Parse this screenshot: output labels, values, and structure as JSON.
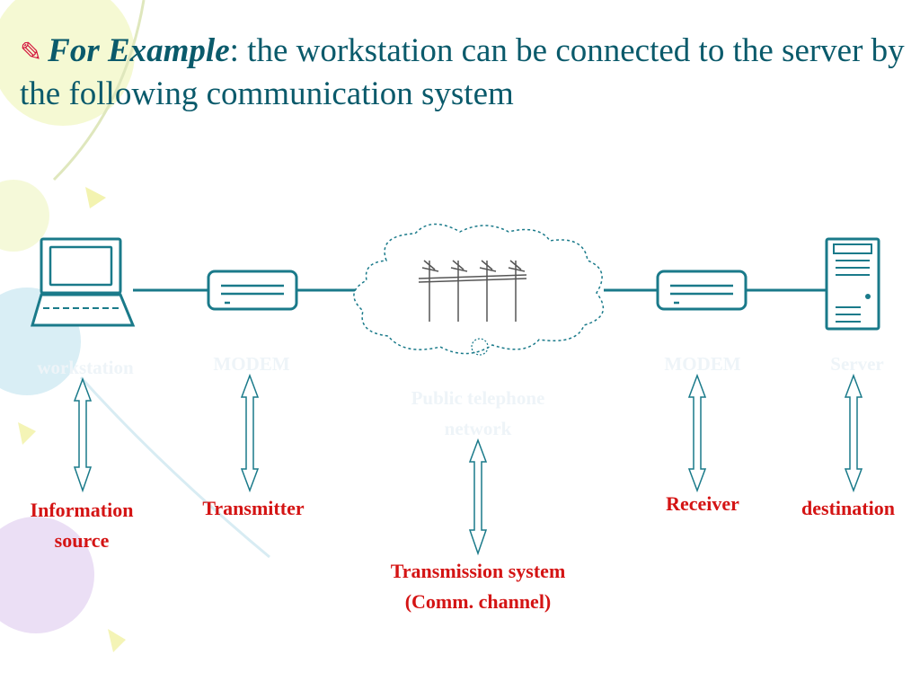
{
  "title": {
    "icon": "pencil-icon",
    "emphasis": "For Example",
    "rest": ": the workstation can be connected to the server by the following communication system"
  },
  "devices": {
    "workstation": "workstation",
    "modem_left": "MODEM",
    "network_line1": "Public telephone",
    "network_line2": "network",
    "modem_right": "MODEM",
    "server": "Server"
  },
  "roles": {
    "information_source_line1": "Information",
    "information_source_line2": "source",
    "transmitter": "Transmitter",
    "transmission_line1": "Transmission system",
    "transmission_line2": "(Comm. channel)",
    "receiver": "Receiver",
    "destination": "destination"
  },
  "colors": {
    "teal": "#0a5a6b",
    "red": "#d41414",
    "line": "#1a7a8a"
  }
}
